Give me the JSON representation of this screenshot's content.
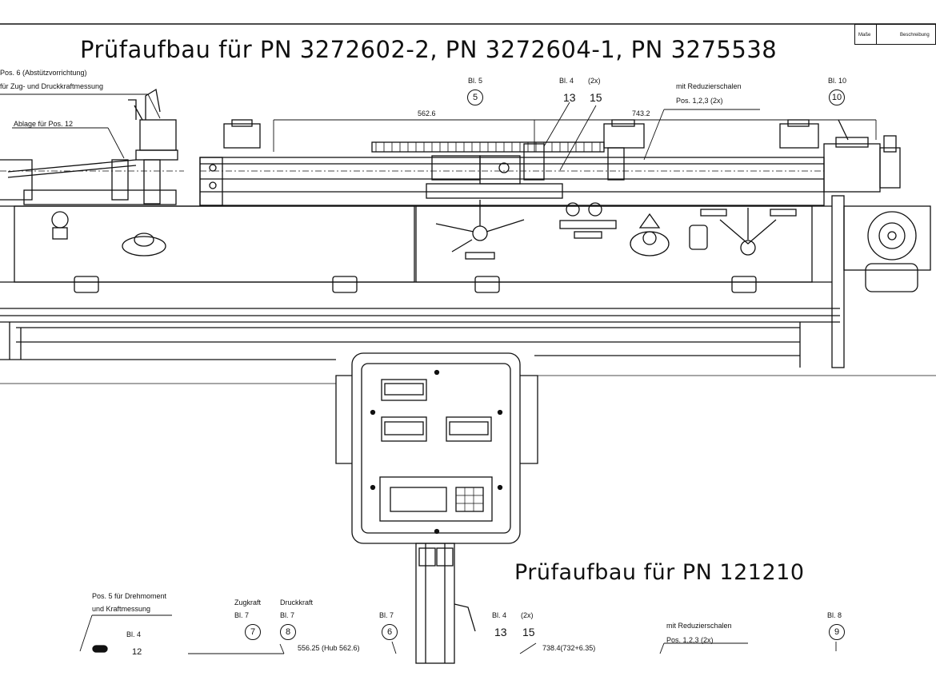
{
  "titles": {
    "top": "Prüfaufbau für PN 3272602-2, PN 3272604-1, PN 3275538",
    "bottom": "Prüfaufbau für PN 121210"
  },
  "title_block": {
    "col1": "Maße",
    "col2": "Beschreibung"
  },
  "top_labels": {
    "pos6_line1": "Pos. 6 (Abstützvorrichtung)",
    "pos6_line2": "für Zug- und Druckkraftmessung",
    "ablage": "Ablage für Pos. 12",
    "bl5": "Bl. 5",
    "c5": "5",
    "bl4": "Bl. 4",
    "x2": "(2x)",
    "n13": "13",
    "n15": "15",
    "reduz": "mit Reduzierschalen",
    "pos123": "Pos. 1,2,3 (2x)",
    "bl10": "Bl. 10",
    "c10": "10",
    "dim562": "562.6",
    "dim743": "743.2"
  },
  "bottom_labels": {
    "pos5_line1": "Pos. 5 für Drehmoment",
    "pos5_line2": "und Kraftmessung",
    "bl4a": "Bl. 4",
    "n12": "12",
    "zugkraft": "Zugkraft",
    "druckkraft": "Druckkraft",
    "bl7a": "Bl. 7",
    "bl7b": "Bl. 7",
    "c7": "7",
    "c8": "8",
    "bl7c": "Bl. 7",
    "c6": "6",
    "dim556": "556.25  (Hub 562.6)",
    "bl4b": "Bl. 4",
    "x2b": "(2x)",
    "n13b": "13",
    "n15b": "15",
    "dim738": "738.4(732+6.35)",
    "reduz": "mit Reduzierschalen",
    "pos123": "Pos. 1,2,3 (2x)",
    "bl8": "Bl. 8",
    "c9": "9"
  }
}
